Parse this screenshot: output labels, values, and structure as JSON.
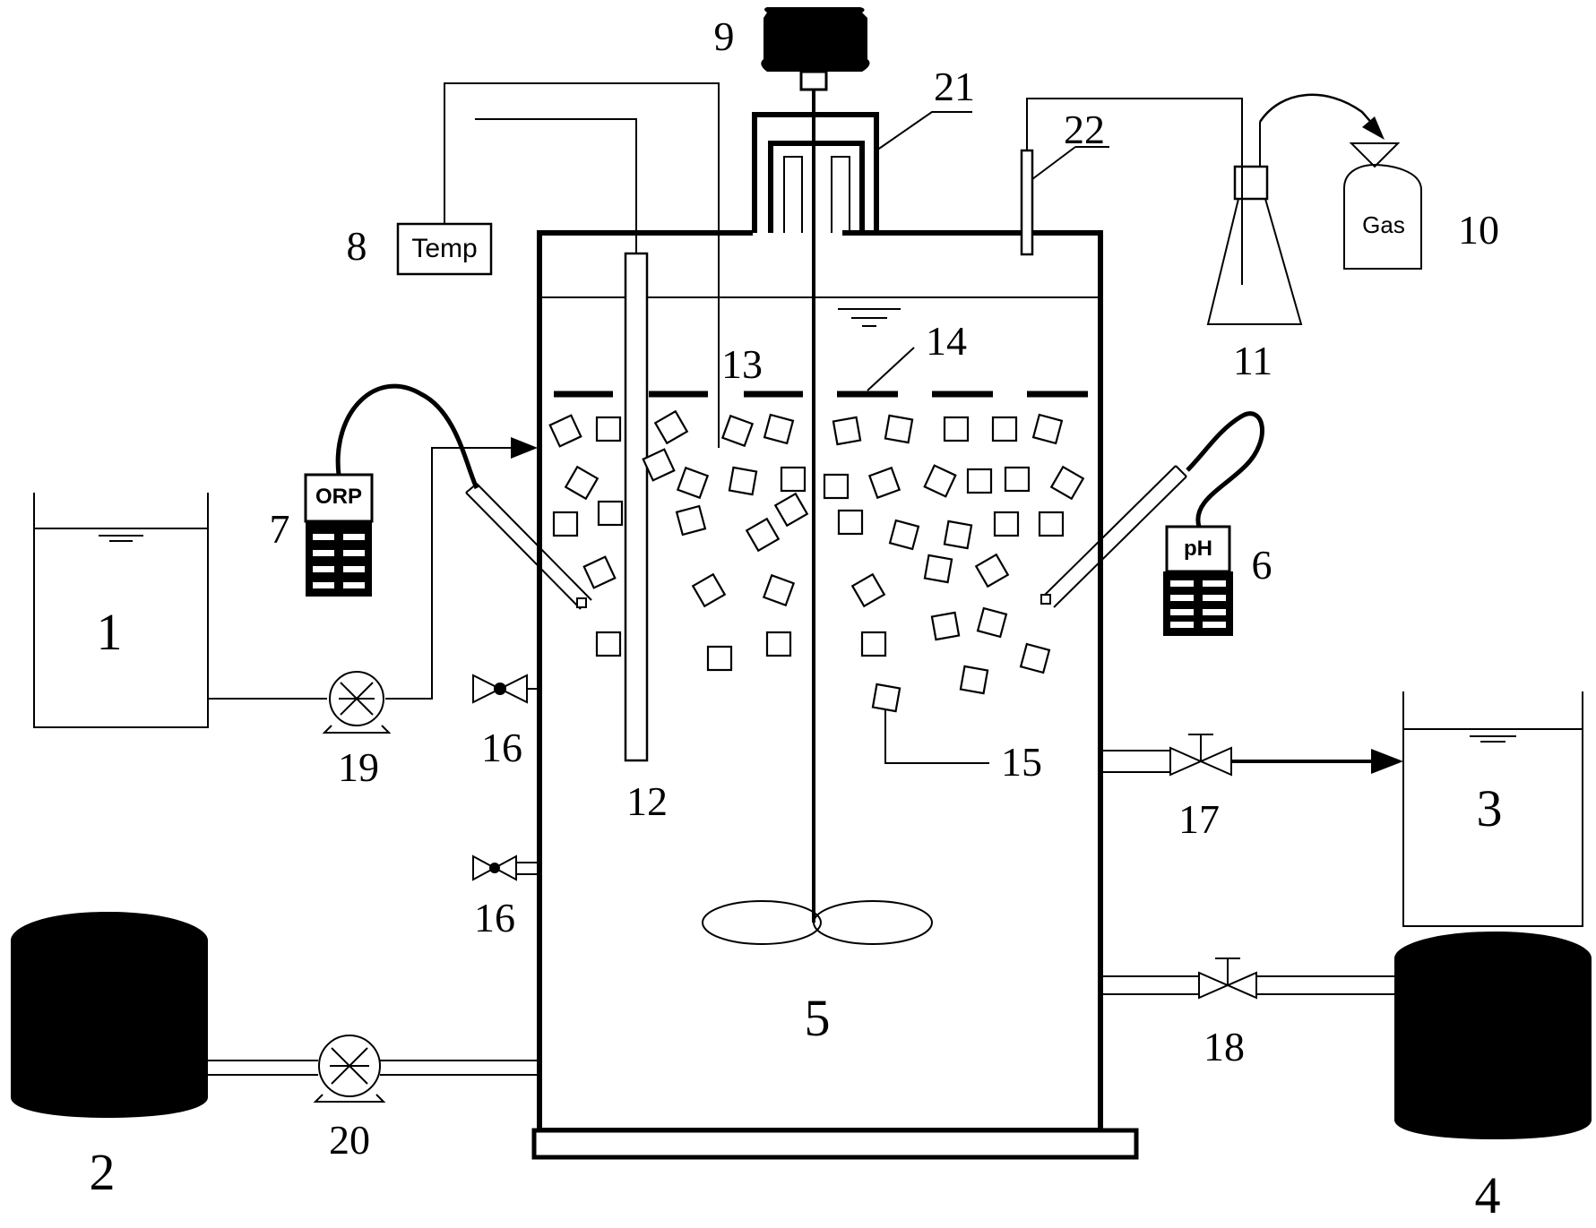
{
  "labels": {
    "influent_tank": "1",
    "tank_2": "2",
    "effluent_tank": "3",
    "tank_4": "4",
    "reactor": "5",
    "ph_meter": "6",
    "orp_meter": "7",
    "temp_controller": "8",
    "motor": "9",
    "gas_bag": "10",
    "gas_bottle": "11",
    "heating_rod": "12",
    "temp_probe": "13",
    "perforated_plate": "14",
    "carrier": "15",
    "sample_valve_upper": "16",
    "sample_valve_lower": "16",
    "effluent_valve": "17",
    "drain_valve": "18",
    "feed_pump": "19",
    "pump_20": "20",
    "water_seal": "21",
    "gas_outlet": "22"
  },
  "text": {
    "temp": "Temp",
    "orp": "ORP",
    "ph": "pH",
    "gas": "Gas"
  },
  "colors": {
    "stroke": "#000000",
    "background": "#ffffff"
  }
}
